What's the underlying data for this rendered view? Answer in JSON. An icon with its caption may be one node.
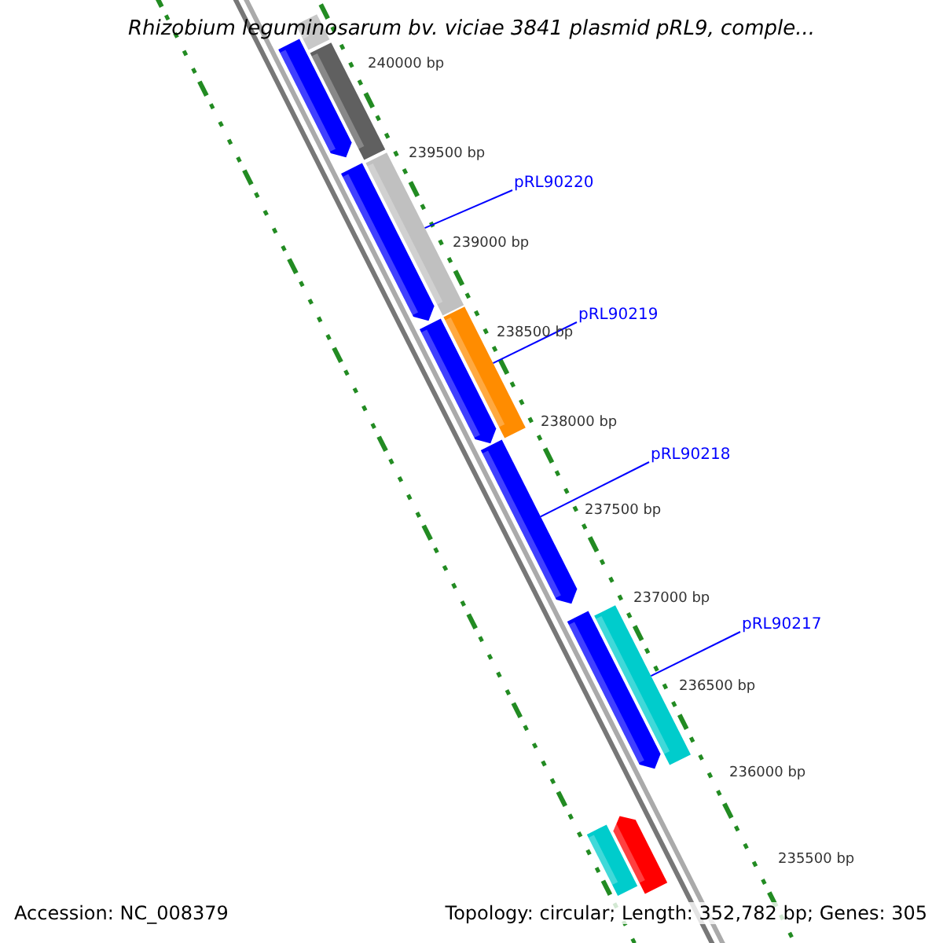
{
  "diagram": {
    "title": "Rhizobium leguminosarum bv. viciae 3841 plasmid pRL9, comple...",
    "nodes": [
      {
        "text": [
          "pRL90220"
        ]
      },
      {
        "text": [
          "pRL90219"
        ]
      },
      {
        "text": [
          "pRL90218"
        ]
      },
      {
        "text": [
          "pRL90217"
        ]
      },
      {
        "text": [],
        "shape": "arrow"
      },
      {
        "text": [],
        "shape": "bar"
      },
      {
        "text": [],
        "shape": "bar"
      },
      {
        "text": [],
        "shape": "arrow"
      },
      {
        "text": [],
        "shape": "bar"
      },
      {
        "text": [],
        "shape": "arrow"
      },
      {
        "text": [],
        "shape": "bar"
      },
      {
        "text": [],
        "shape": "arrow"
      },
      {
        "text": [],
        "shape": "arrow"
      },
      {
        "text": [],
        "shape": "bar"
      },
      {
        "text": [],
        "shape": "bar"
      },
      {
        "text": [],
        "shape": "arrow"
      }
    ],
    "edges": [
      {
        "from": 0,
        "to": 8,
        "arrow": "none"
      },
      {
        "from": 1,
        "to": 10,
        "arrow": "none"
      },
      {
        "from": 2,
        "to": 11,
        "arrow": "none"
      },
      {
        "from": 3,
        "to": 13,
        "arrow": "none"
      }
    ],
    "labels": [
      "240000 bp",
      "239500 bp",
      "239000 bp",
      "238500 bp",
      "238000 bp",
      "237500 bp",
      "237000 bp",
      "236500 bp",
      "236000 bp",
      "235500 bp",
      "Accession: NC_008379",
      "Topology: circular; Length: 352,782 bp; Genes: 305"
    ]
  }
}
